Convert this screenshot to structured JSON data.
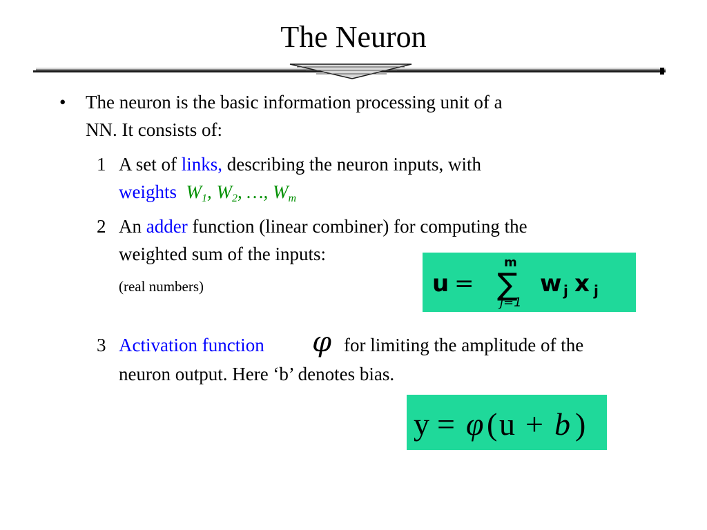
{
  "slide": {
    "title": "The Neuron",
    "intro_bullet": "•",
    "intro_line1": "The neuron is the basic information processing unit of a",
    "intro_line2": "NN. It consists of:"
  },
  "items": [
    {
      "number": "1",
      "line1_pre": "A set of ",
      "line1_highlight": "links,",
      "line1_post": " describing the neuron inputs, with",
      "line2_highlight": "weights",
      "weights": {
        "w1": "W",
        "w1_sub": "1",
        "sep1": ", ",
        "w2": "W",
        "w2_sub": "2",
        "sep2": ", …, ",
        "wm": "W",
        "wm_sub": "m"
      }
    },
    {
      "number": "2",
      "line1_pre": "An ",
      "line1_highlight": "adder",
      "line1_post": " function (linear combiner) for computing the",
      "line2": "weighted sum of the inputs:",
      "note": "(real numbers)"
    },
    {
      "number": "3",
      "line1_highlight": "Activation function",
      "symbol": "φ",
      "line1_post": "for limiting the amplitude of the",
      "line2": "neuron output. Here ‘b’ denotes bias."
    }
  ],
  "formula_sum": {
    "lhs": "u",
    "equals": "=",
    "sigma": "∑",
    "upper": "m",
    "lower": "j=1",
    "term": "w",
    "term_sub": "j",
    "term2": "x",
    "term2_sub": "j"
  },
  "formula_activation": {
    "lhs": "y",
    "equals": "=",
    "phi": "φ",
    "open": "(",
    "u": "u",
    "plus": "+",
    "b": "b",
    "close": ")"
  },
  "colors": {
    "highlight_blue": "#0000ff",
    "weights_green": "#009000",
    "formula_bg": "#1fd99a"
  }
}
